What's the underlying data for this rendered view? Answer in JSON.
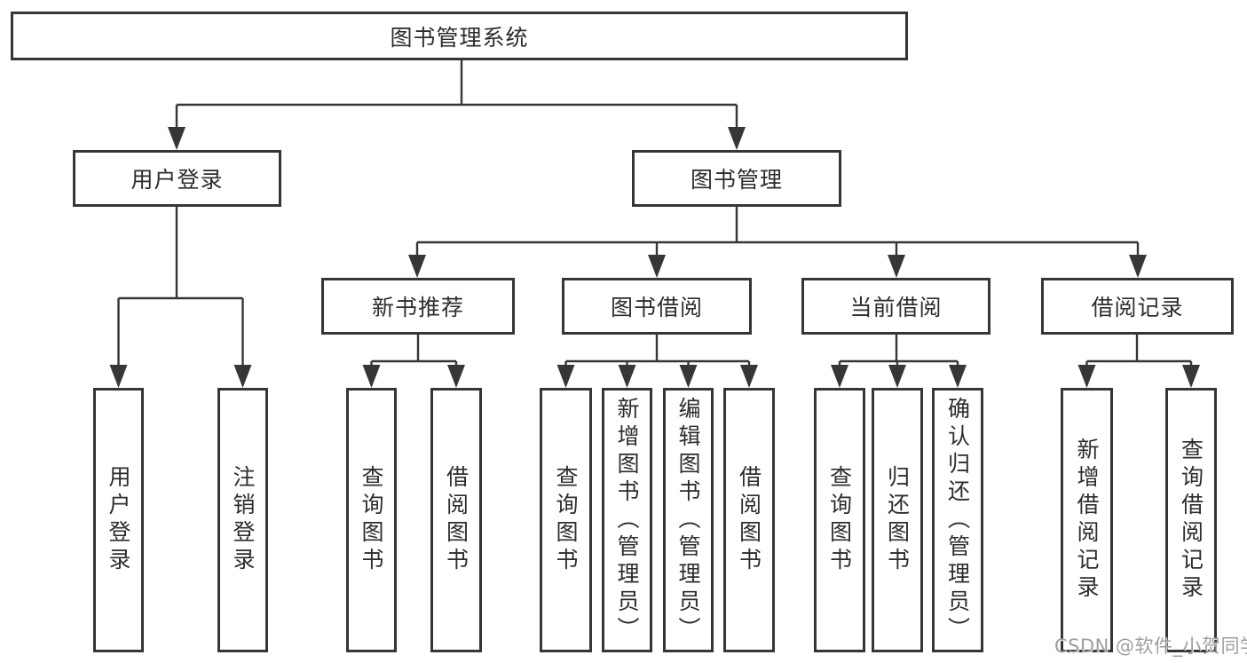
{
  "diagram": {
    "root": {
      "label": "图书管理系统",
      "children": [
        {
          "label": "用户登录",
          "children": [
            {
              "label": "用户登录"
            },
            {
              "label": "注销登录"
            }
          ]
        },
        {
          "label": "图书管理",
          "children": [
            {
              "label": "新书推荐",
              "children": [
                {
                  "label": "查询图书"
                },
                {
                  "label": "借阅图书"
                }
              ]
            },
            {
              "label": "图书借阅",
              "children": [
                {
                  "label": "查询图书"
                },
                {
                  "label": "新增图书（管理员）"
                },
                {
                  "label": "编辑图书（管理员）"
                },
                {
                  "label": "借阅图书"
                }
              ]
            },
            {
              "label": "当前借阅",
              "children": [
                {
                  "label": "查询图书"
                },
                {
                  "label": "归还图书"
                },
                {
                  "label": "确认归还（管理员）"
                }
              ]
            },
            {
              "label": "借阅记录",
              "children": [
                {
                  "label": "新增借阅记录"
                },
                {
                  "label": "查询借阅记录"
                }
              ]
            }
          ]
        }
      ]
    }
  },
  "watermark": {
    "text": "CSDN @软件_小贺同学",
    "color": "#9e9e9e"
  },
  "colors": {
    "background": "#ffffff",
    "box_border": "#363636",
    "connector_line": "#363636",
    "text": "#2d2d2d"
  }
}
